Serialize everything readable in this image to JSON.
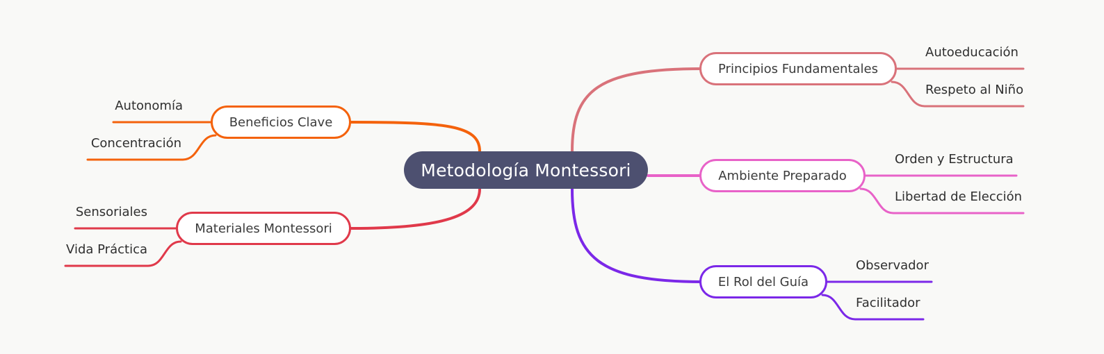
{
  "diagram": {
    "type": "mindmap",
    "background_color": "#f9f9f7",
    "root": {
      "label": "Metodología Montessori",
      "fill_color": "#4d5070",
      "text_color": "#ffffff"
    },
    "branches": [
      {
        "id": "principios-fundamentales",
        "label": "Principios Fundamentales",
        "side": "right",
        "color": "#d9727a",
        "leaves": [
          {
            "label": "Autoeducación"
          },
          {
            "label": "Respeto al Niño"
          }
        ]
      },
      {
        "id": "ambiente-preparado",
        "label": "Ambiente Preparado",
        "side": "right",
        "color": "#e862c8",
        "leaves": [
          {
            "label": "Orden y Estructura"
          },
          {
            "label": "Libertad de Elección"
          }
        ]
      },
      {
        "id": "el-rol-del-guia",
        "label": "El Rol del Guía",
        "side": "right",
        "color": "#7b28e8",
        "leaves": [
          {
            "label": "Observador"
          },
          {
            "label": "Facilitador"
          }
        ]
      },
      {
        "id": "beneficios-clave",
        "label": "Beneficios Clave",
        "side": "left",
        "color": "#f4620c",
        "leaves": [
          {
            "label": "Autonomía"
          },
          {
            "label": "Concentración"
          }
        ]
      },
      {
        "id": "materiales-montessori",
        "label": "Materiales Montessori",
        "side": "left",
        "color": "#e0394a",
        "leaves": [
          {
            "label": "Sensoriales"
          },
          {
            "label": "Vida Práctica"
          }
        ]
      }
    ]
  }
}
